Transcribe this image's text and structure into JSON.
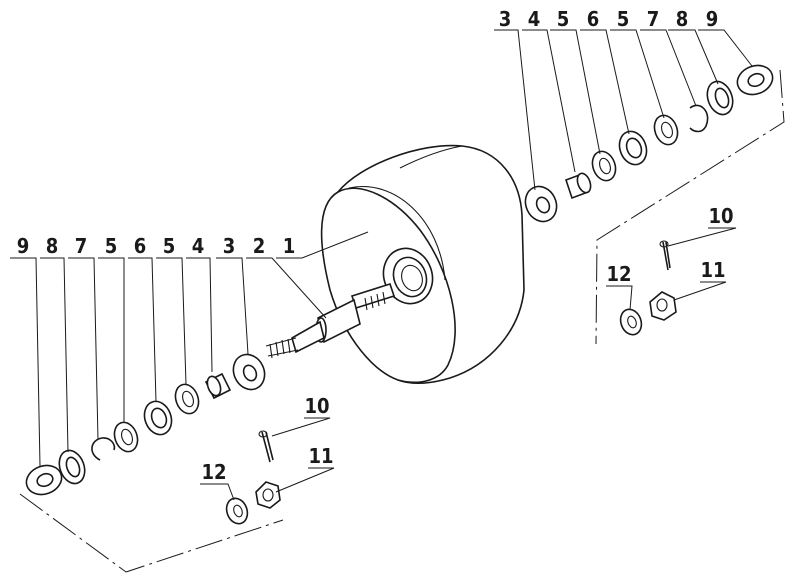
{
  "labels": {
    "top_right": [
      "3",
      "4",
      "5",
      "6",
      "5",
      "7",
      "8",
      "9"
    ],
    "left": [
      "9",
      "8",
      "7",
      "5",
      "6",
      "5",
      "4",
      "3",
      "2",
      "1"
    ],
    "pin_left": "10",
    "nut_left": "11",
    "washer_left": "12",
    "pin_right": "10",
    "nut_right": "11",
    "washer_right": "12"
  }
}
